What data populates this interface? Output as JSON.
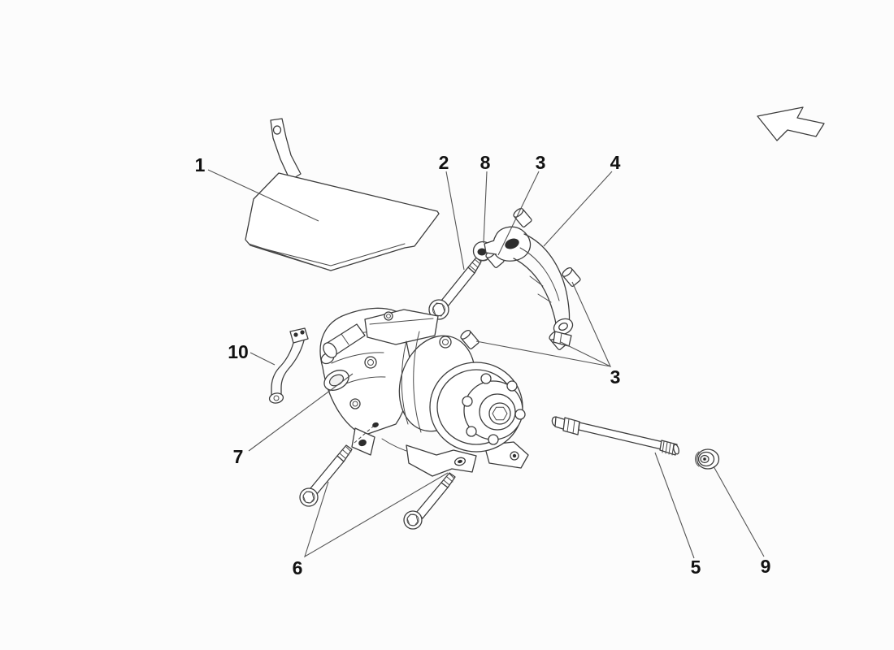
{
  "canvas": {
    "background": "#fcfcfc",
    "line_color": "#3d3d3d",
    "label_color": "#121212"
  },
  "diagram": {
    "type": "exploded-parts-diagram",
    "icons": {
      "direction_arrow": "outline-arrow-pointing-upper-left"
    },
    "callouts": [
      {
        "id": "callout-1",
        "label": "1"
      },
      {
        "id": "callout-2",
        "label": "2"
      },
      {
        "id": "callout-8",
        "label": "8"
      },
      {
        "id": "callout-3-upper",
        "label": "3"
      },
      {
        "id": "callout-4",
        "label": "4"
      },
      {
        "id": "callout-3-lower",
        "label": "3"
      },
      {
        "id": "callout-10",
        "label": "10"
      },
      {
        "id": "callout-7",
        "label": "7"
      },
      {
        "id": "callout-6",
        "label": "6"
      },
      {
        "id": "callout-5",
        "label": "5"
      },
      {
        "id": "callout-9",
        "label": "9"
      }
    ]
  }
}
